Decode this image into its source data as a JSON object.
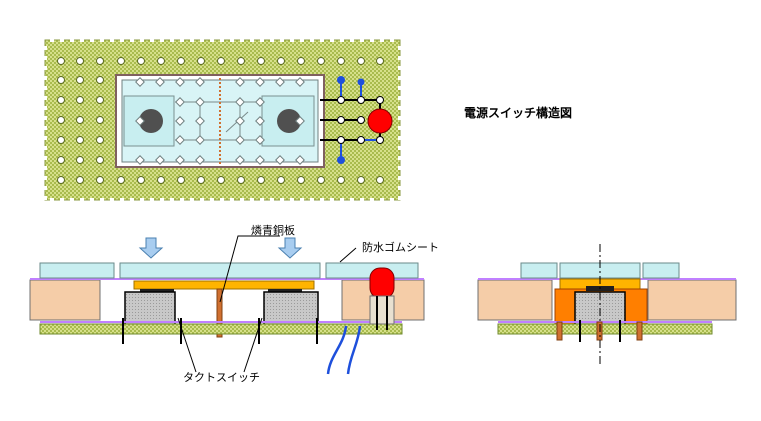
{
  "diagram": {
    "title": "電源スイッチ構造図",
    "labels": {
      "phosphor_bronze_plate": "燐青銅板",
      "waterproof_rubber_sheet": "防水ゴムシート",
      "tact_switch": "タクトスイッチ"
    },
    "colors": {
      "pcb_green": "#c9d77a",
      "pcb_dot": "#6f8a2c",
      "tact_cover": "#c8eef0",
      "tact_body": "#d0d0d0",
      "enclosure": "#f5cda8",
      "bronze": "#ffb400",
      "rubber": "#ff7f00",
      "led_red": "#ff0000",
      "trace_blue": "#1e50dc",
      "arrow_blue": "#a8cdf0",
      "copper": "#d07030"
    }
  }
}
